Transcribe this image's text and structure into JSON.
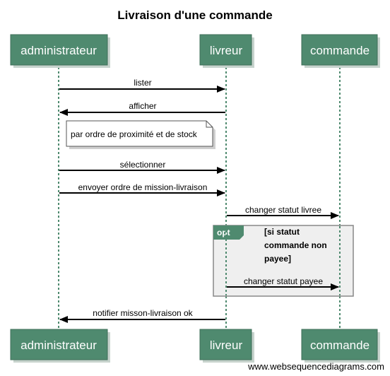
{
  "title": "Livraison d'une commande",
  "participants": {
    "administrateur": "administrateur",
    "livreur": "livreur",
    "commande": "commande"
  },
  "messages": {
    "m1": "lister",
    "m2": "afficher",
    "m3": "sélectionner",
    "m4": "envoyer ordre de mission-livraison",
    "m5": "changer statut livree",
    "m6": "changer statut payee",
    "m7": "notifier misson-livraison ok"
  },
  "note": "par ordre de proximité et de stock",
  "opt_fragment": {
    "label": "opt",
    "condition": [
      "[si statut",
      "commande non",
      "payee]"
    ]
  },
  "watermark": "www.websequencediagrams.com"
}
